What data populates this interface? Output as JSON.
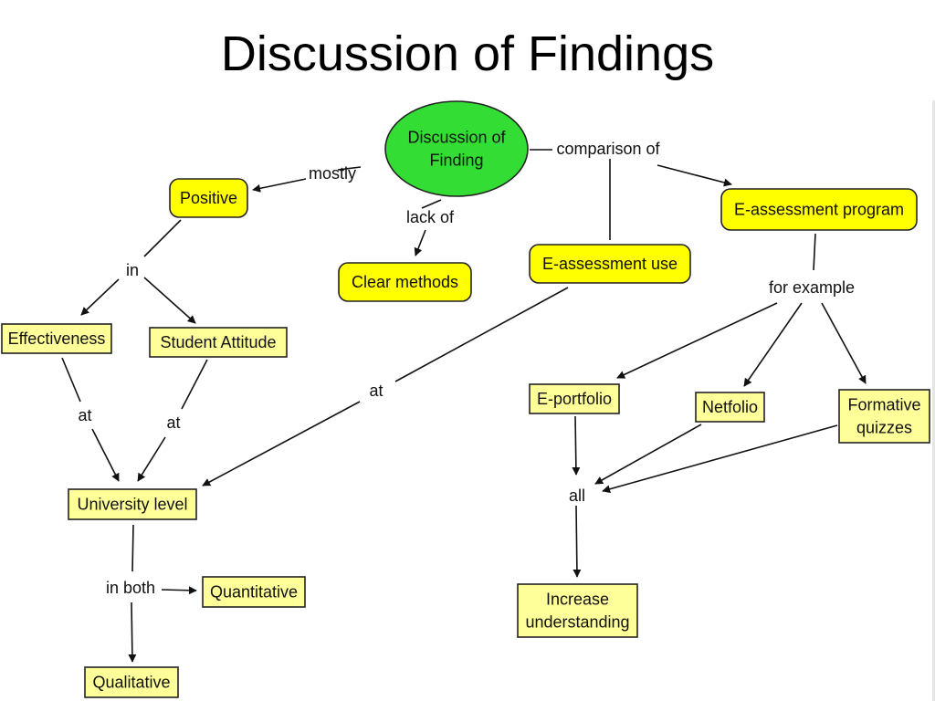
{
  "title": "Discussion of Findings",
  "colors": {
    "central_fill": "#33dd33",
    "rounded_fill": "#ffff00",
    "box_fill": "#ffff99",
    "stroke": "#222222"
  },
  "nodes": [
    {
      "id": "center",
      "shape": "ellipse",
      "lines": [
        "Discussion of",
        "Finding"
      ]
    },
    {
      "id": "positive",
      "shape": "rounded",
      "lines": [
        "Positive"
      ]
    },
    {
      "id": "clear",
      "shape": "rounded",
      "lines": [
        "Clear methods"
      ]
    },
    {
      "id": "euse",
      "shape": "rounded",
      "lines": [
        "E-assessment use"
      ]
    },
    {
      "id": "eprog",
      "shape": "rounded",
      "lines": [
        "E-assessment program"
      ]
    },
    {
      "id": "effect",
      "shape": "box",
      "lines": [
        "Effectiveness"
      ]
    },
    {
      "id": "attitude",
      "shape": "box",
      "lines": [
        "Student Attitude"
      ]
    },
    {
      "id": "univ",
      "shape": "box",
      "lines": [
        "University level"
      ]
    },
    {
      "id": "quant",
      "shape": "box",
      "lines": [
        "Quantitative"
      ]
    },
    {
      "id": "qual",
      "shape": "box",
      "lines": [
        "Qualitative"
      ]
    },
    {
      "id": "eport",
      "shape": "box",
      "lines": [
        "E-portfolio"
      ]
    },
    {
      "id": "netfolio",
      "shape": "box",
      "lines": [
        "Netfolio"
      ]
    },
    {
      "id": "formative",
      "shape": "box",
      "lines": [
        "Formative",
        "quizzes"
      ]
    },
    {
      "id": "increase",
      "shape": "box",
      "lines": [
        "Increase",
        "understanding"
      ]
    }
  ],
  "links": [
    {
      "id": "mostly",
      "text": "mostly"
    },
    {
      "id": "lackof",
      "text": "lack of"
    },
    {
      "id": "comparison",
      "text": "comparison of"
    },
    {
      "id": "in",
      "text": "in"
    },
    {
      "id": "at1",
      "text": "at"
    },
    {
      "id": "at2",
      "text": "at"
    },
    {
      "id": "at3",
      "text": "at"
    },
    {
      "id": "inboth",
      "text": "in both"
    },
    {
      "id": "forexample",
      "text": "for example"
    },
    {
      "id": "all",
      "text": "all"
    }
  ]
}
